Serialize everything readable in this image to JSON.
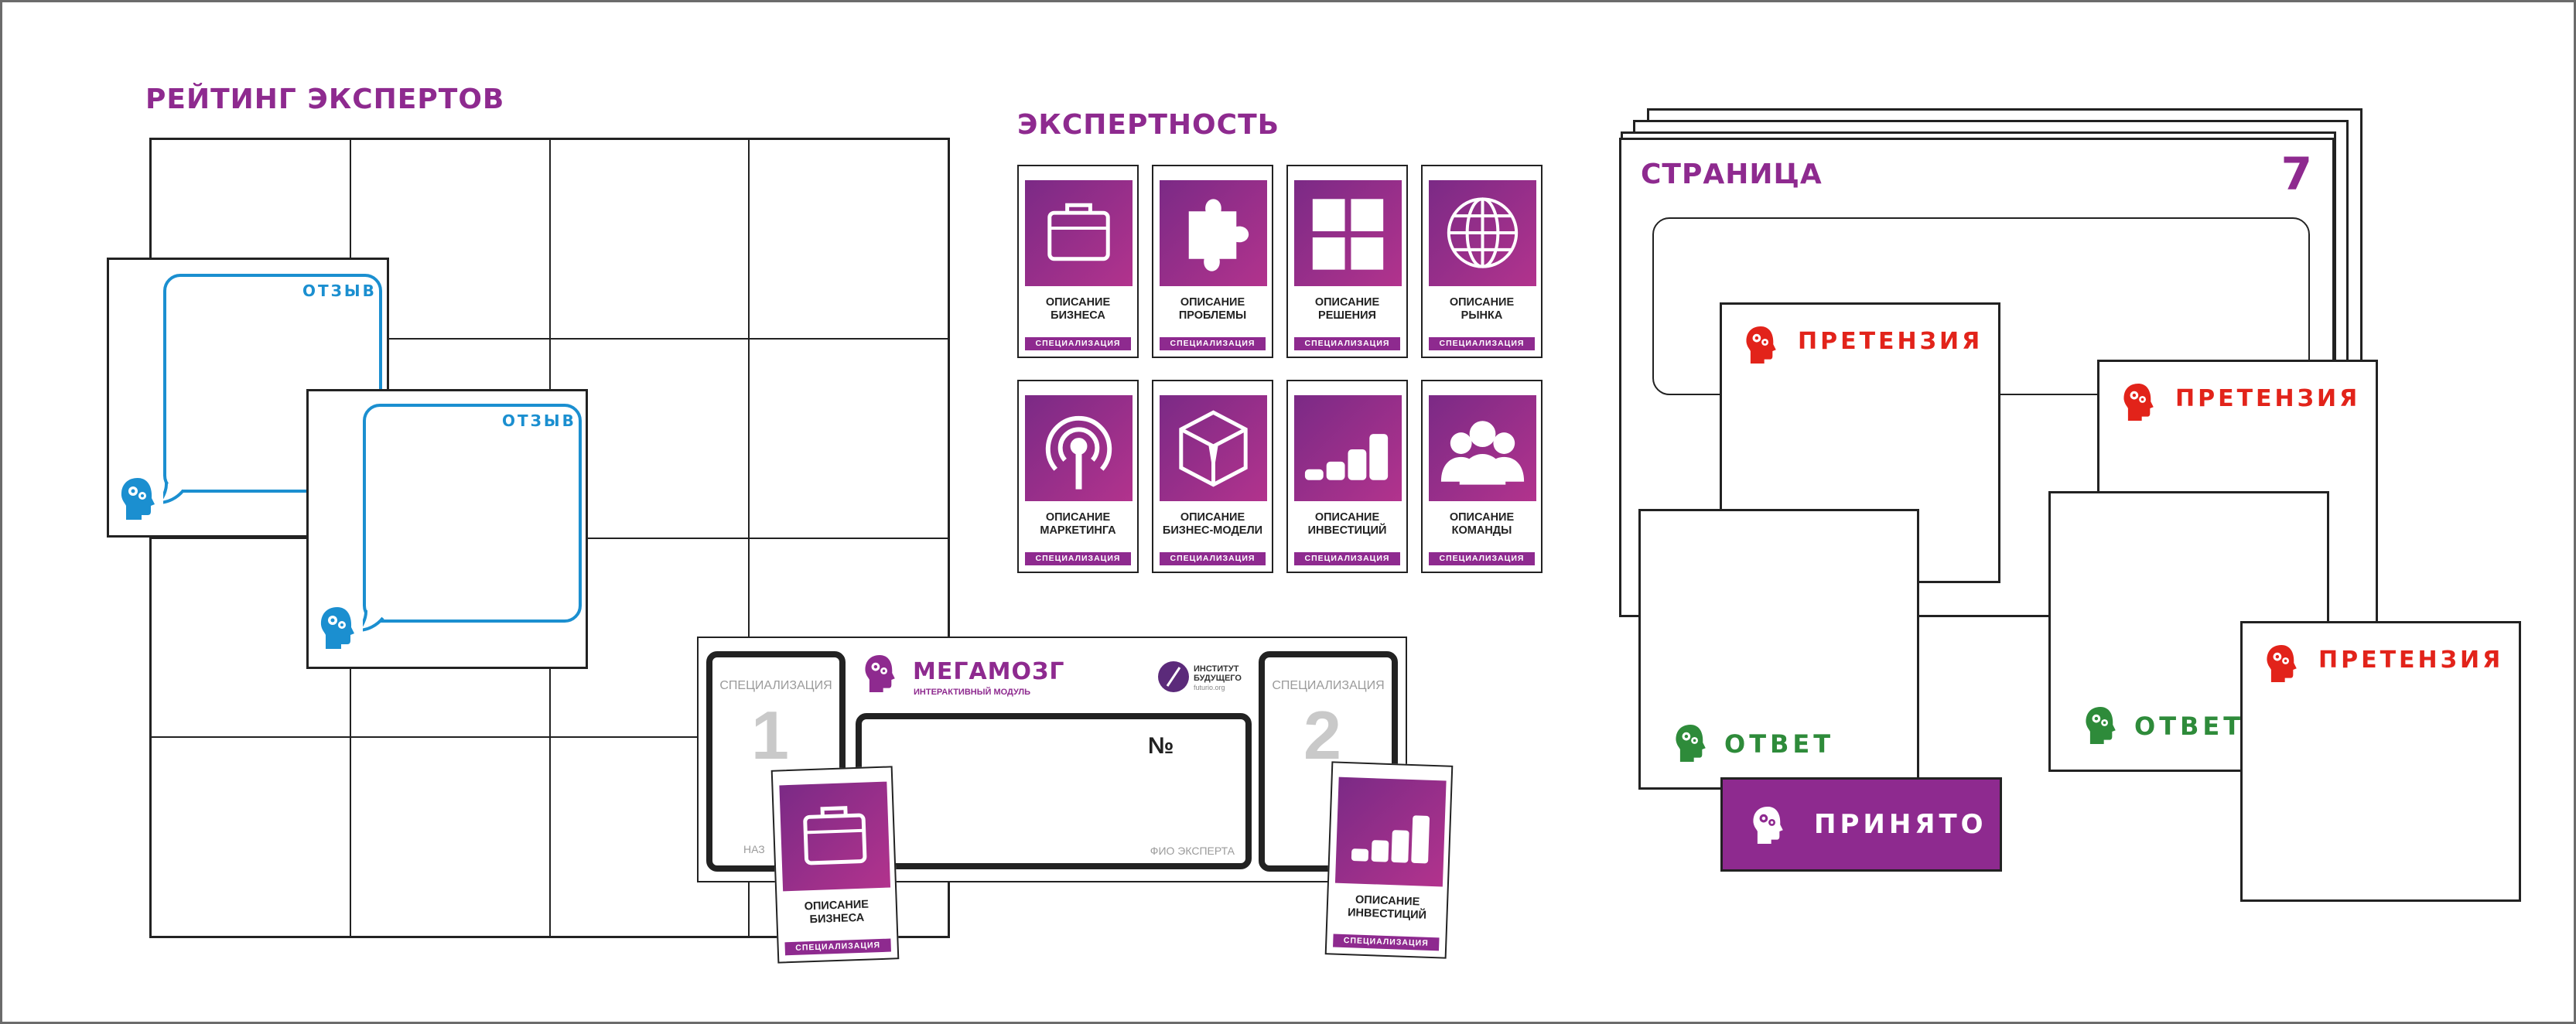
{
  "rating": {
    "title": "РЕЙТИНГ ЭКСПЕРТОВ"
  },
  "reviews": [
    {
      "label": "ОТЗЫВ"
    },
    {
      "label": "ОТЗЫВ"
    }
  ],
  "expertise": {
    "title": "ЭКСПЕРТНОСТЬ",
    "band_label": "СПЕЦИАЛИЗАЦИЯ",
    "cards": [
      {
        "line1": "ОПИСАНИЕ",
        "line2": "БИЗНЕСА",
        "icon": "briefcase-icon"
      },
      {
        "line1": "ОПИСАНИЕ",
        "line2": "ПРОБЛЕМЫ",
        "icon": "puzzle-piece-icon"
      },
      {
        "line1": "ОПИСАНИЕ",
        "line2": "РЕШЕНИЯ",
        "icon": "puzzle-icon"
      },
      {
        "line1": "ОПИСАНИЕ",
        "line2": "РЫНКА",
        "icon": "globe-icon"
      },
      {
        "line1": "ОПИСАНИЕ",
        "line2": "МАРКЕТИНГА",
        "icon": "broadcast-icon"
      },
      {
        "line1": "ОПИСАНИЕ",
        "line2": "БИЗНЕС-МОДЕЛИ",
        "icon": "box-icon"
      },
      {
        "line1": "ОПИСАНИЕ",
        "line2": "ИНВЕСТИЦИЙ",
        "icon": "coins-icon"
      },
      {
        "line1": "ОПИСАНИЕ",
        "line2": "КОМАНДЫ",
        "icon": "team-icon"
      }
    ]
  },
  "megabrain": {
    "brand": "МЕГАМОЗГ",
    "subtitle": "ИНТЕРАКТИВНЫЙ МОДУЛЬ",
    "institute_line1": "ИНСТИТУТ",
    "institute_line2": "БУДУЩЕГО",
    "institute_url": "futurio.org",
    "slot_label": "СПЕЦИАЛИЗАЦИЯ",
    "slot1_number": "1",
    "slot2_number": "2",
    "slot1_bottom": "НАЗ",
    "number_sign": "№",
    "expert_name_label": "ФИО ЭКСПЕРТА",
    "card_left": {
      "line1": "ОПИСАНИЕ",
      "line2": "БИЗНЕСА",
      "band": "СПЕЦИАЛИЗАЦИЯ"
    },
    "card_right": {
      "line1": "ОПИСАНИЕ",
      "line2": "ИНВЕСТИЦИЙ",
      "band": "СПЕЦИАЛИЗАЦИЯ"
    }
  },
  "page": {
    "title": "СТРАНИЦА",
    "number": "7",
    "claim_label": "ПРЕТЕНЗИЯ",
    "answer_label": "ОТВЕТ",
    "accepted_label": "ПРИНЯТО"
  },
  "colors": {
    "purple": "#8e2a8f",
    "blue": "#1b8fd0",
    "red": "#e2231a",
    "green": "#2e8b3a"
  }
}
